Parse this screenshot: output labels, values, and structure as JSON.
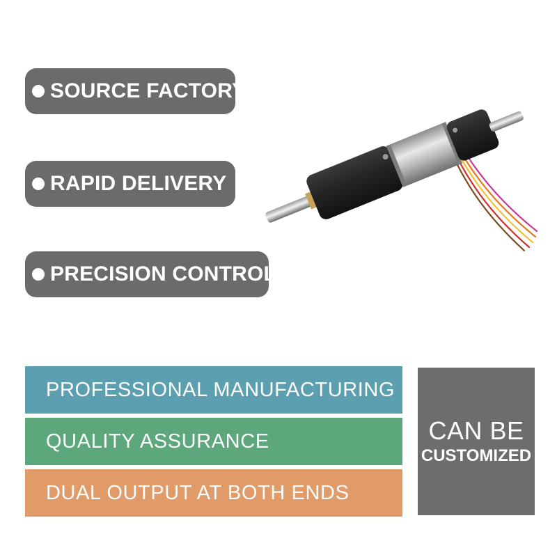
{
  "badges": [
    {
      "label": "SOURCE FACTORY"
    },
    {
      "label": "RAPID DELIVERY"
    },
    {
      "label": "PRECISION CONTROL"
    }
  ],
  "bars": [
    {
      "label": "PROFESSIONAL MANUFACTURING",
      "color": "#5b9fb0"
    },
    {
      "label": "QUALITY ASSURANCE",
      "color": "#5ca77b"
    },
    {
      "label": "DUAL OUTPUT AT BOTH ENDS",
      "color": "#e09b68"
    }
  ],
  "custom_box": {
    "line1": "CAN BE",
    "line2": "CUSTOMIZED",
    "color": "#6d6d6d"
  },
  "colors": {
    "badge_background": "#6b6b6b",
    "motor_body": "#2b2b2b",
    "motor_metal": "#c9c9c9"
  },
  "product": {
    "icon": "dual-shaft-motor-icon"
  }
}
